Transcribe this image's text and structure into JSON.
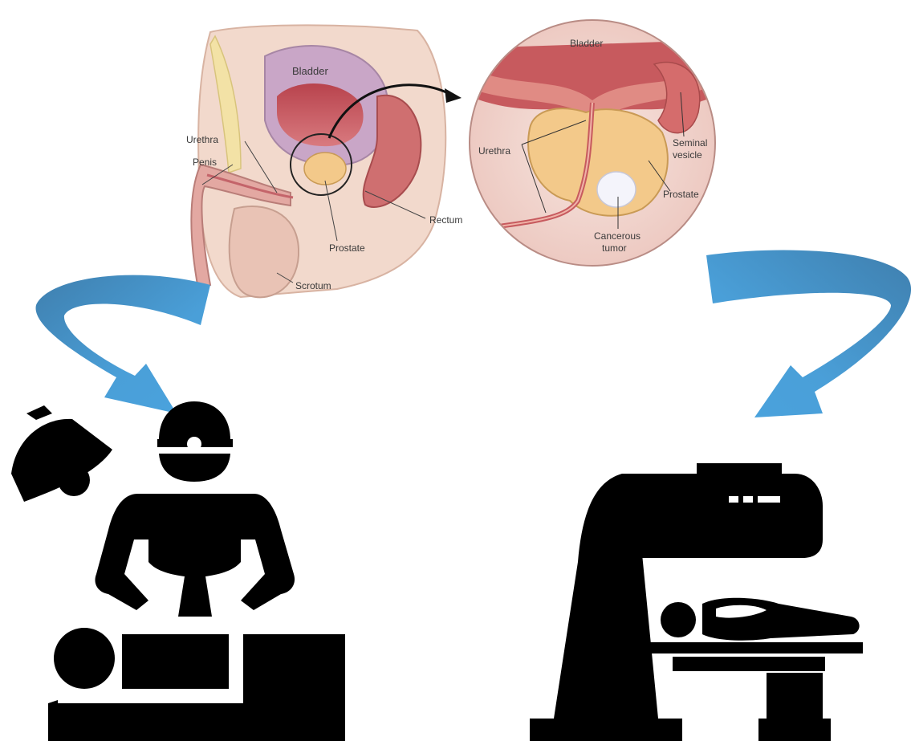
{
  "anatomy_section": {
    "labels": {
      "bladder": "Bladder",
      "urethra": "Urethra",
      "penis": "Penis",
      "prostate": "Prostate",
      "scrotum": "Scrotum",
      "rectum": "Rectum"
    }
  },
  "magnified_view": {
    "labels": {
      "bladder": "Bladder",
      "urethra": "Urethra",
      "seminal_vesicle_line1": "Seminal",
      "seminal_vesicle_line2": "vesicle",
      "prostate": "Prostate",
      "cancerous_tumor_line1": "Cancerous",
      "cancerous_tumor_line2": "tumor"
    }
  },
  "treatment_icons": {
    "surgery": "surgeon-operating-icon",
    "radiation": "radiation-therapy-machine-icon"
  },
  "colors": {
    "arrow_blue": "#4a9fd8",
    "arrow_blue_dark": "#3a7fae",
    "tissue_pink": "#e8b8b4",
    "bladder_red": "#c9545c",
    "prostate_orange": "#f3c98a",
    "icon_black": "#000000"
  }
}
